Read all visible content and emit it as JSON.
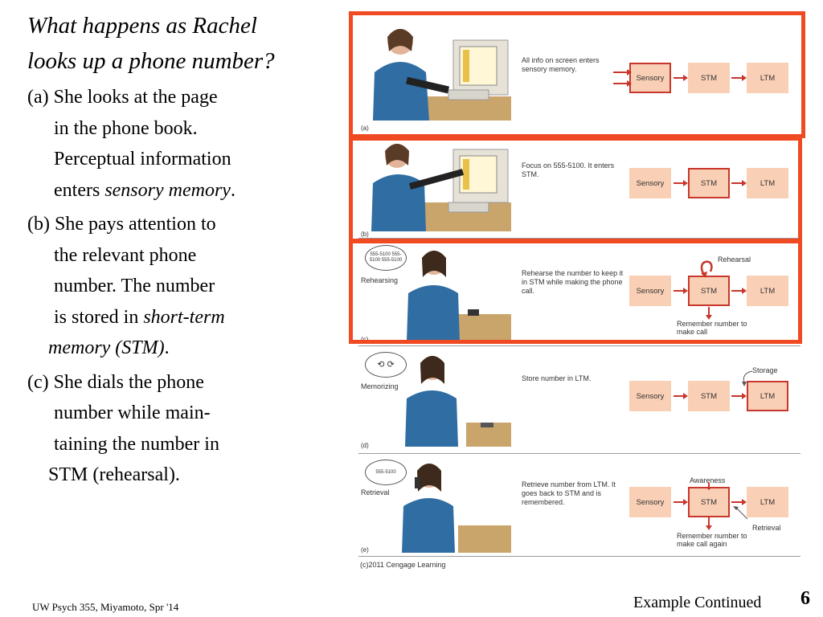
{
  "title_lines": [
    "What happens as Rachel",
    "looks up a phone number?"
  ],
  "para_a": {
    "lead": "(a) She looks at the page",
    "l2": "in the phone book.",
    "l3": "Perceptual information",
    "l4_pre": "enters ",
    "l4_em": "sensory memory",
    "l4_post": "."
  },
  "para_b": {
    "lead": "(b) She pays attention to",
    "l2": "the relevant phone",
    "l3": "number.  The number",
    "l4_pre": "is stored in ",
    "l4_em": "short-term",
    "l5_em": "memory (STM)",
    "l5_post": "."
  },
  "para_c": {
    "lead": "(c) She dials the phone",
    "l2": "number while main-",
    "l3": "taining the number in",
    "l4": "STM (rehearsal)."
  },
  "footer_left": "UW Psych 355, Miyamoto, Spr '14",
  "footer_right": "Example Continued",
  "page_number": "6",
  "figure": {
    "boxes": {
      "sensory": "Sensory",
      "stm": "STM",
      "ltm": "LTM"
    },
    "panels": [
      {
        "label": "(a)",
        "desc": "All info on screen enters sensory memory.",
        "side": "",
        "bubble": ""
      },
      {
        "label": "(b)",
        "desc": "Focus on 555-5100. It enters STM.",
        "side": "",
        "bubble": ""
      },
      {
        "label": "(c)",
        "desc": "Rehearse the number to keep it in STM while making the phone call.",
        "side": "Rehearsing",
        "bubble": "555-5100 555-5100 555-5100",
        "annot_top": "Rehearsal",
        "annot_bottom": "Remember number to make call"
      },
      {
        "label": "(d)",
        "desc": "Store number in LTM.",
        "side": "Memorizing",
        "bubble": "",
        "annot_top": "Storage"
      },
      {
        "label": "(e)",
        "desc": "Retrieve number from LTM. It goes back to STM and is remembered.",
        "side": "Retrieval",
        "bubble": "555-5100",
        "annot_top": "Awareness",
        "annot_right": "Retrieval",
        "annot_bottom": "Remember number to make call again"
      }
    ],
    "credit": "(c)2011 Cengage Learning"
  }
}
